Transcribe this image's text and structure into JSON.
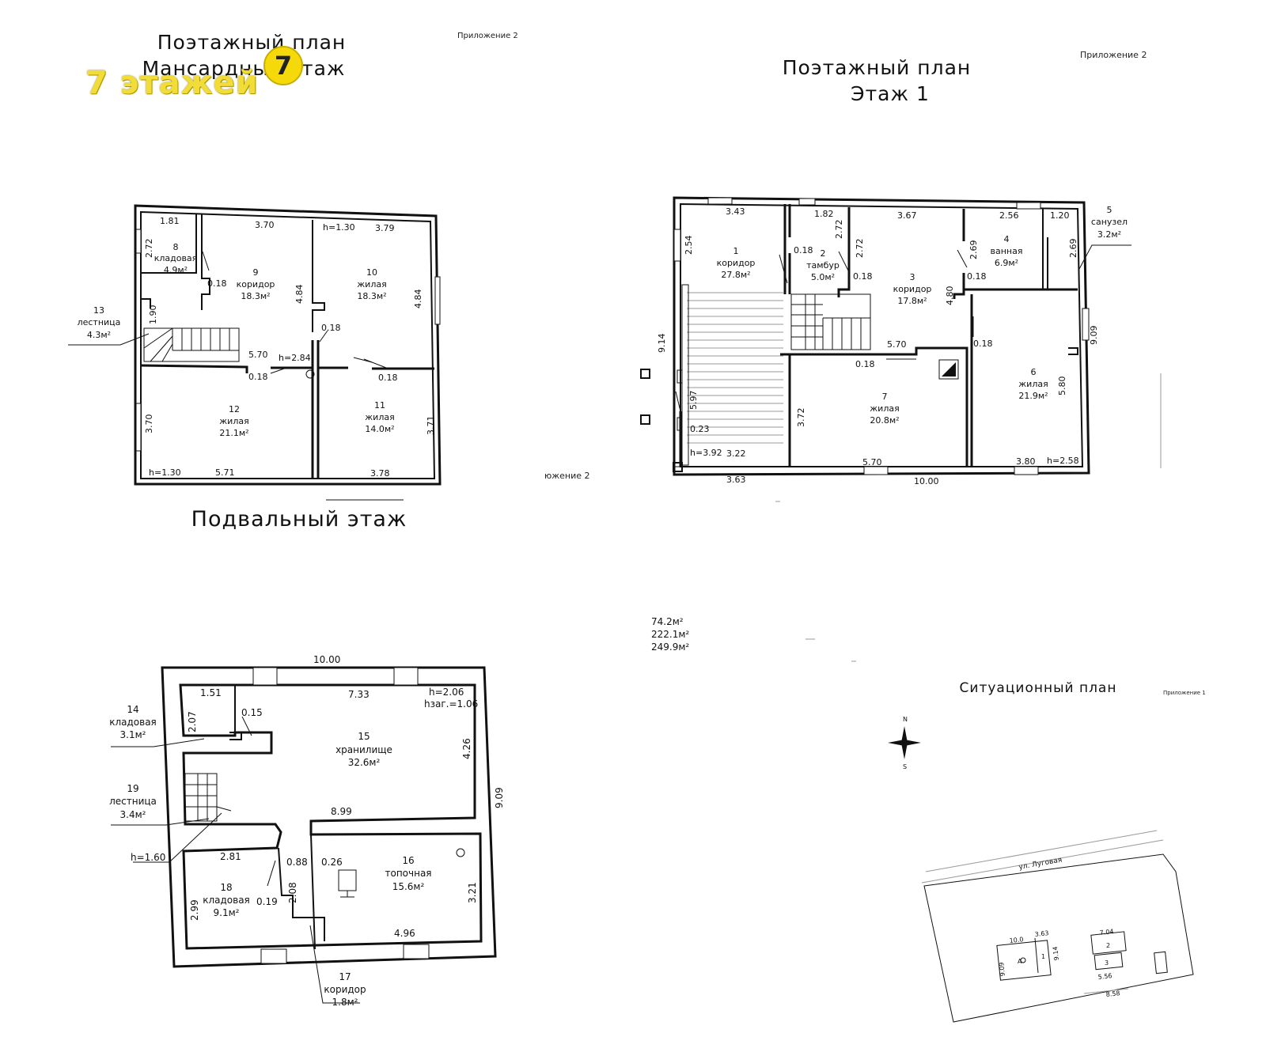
{
  "watermark": {
    "text": "7 этажей",
    "logo_digit": "7",
    "color": "#f2dc38"
  },
  "attic_plan": {
    "title_line1": "Поэтажный план",
    "title_line2": "Мансардный этаж",
    "appendix": "Приложение 2",
    "rooms": [
      {
        "num": "8",
        "name": "кладовая",
        "area": "4.9м²"
      },
      {
        "num": "9",
        "name": "коридор",
        "area": "18.3м²"
      },
      {
        "num": "10",
        "name": "жилая",
        "area": "18.3м²"
      },
      {
        "num": "11",
        "name": "жилая",
        "area": "14.0м²"
      },
      {
        "num": "12",
        "name": "жилая",
        "area": "21.1м²"
      },
      {
        "num": "13",
        "name": "лестница",
        "area": "4.3м²"
      }
    ],
    "dims": {
      "d181": "1.81",
      "d370": "3.70",
      "h130a": "h=1.30",
      "d379": "3.79",
      "d272": "2.72",
      "d018a": "0.18",
      "d484a": "4.84",
      "d484b": "4.84",
      "d190": "1.90",
      "d018b": "0.18",
      "d570": "5.70",
      "h284": "h=2.84",
      "d018c": "0.18",
      "d018d": "0.18",
      "d370b": "3.70",
      "d371": "3.71",
      "h130b": "h=1.30",
      "d571": "5.71",
      "d378": "3.78"
    }
  },
  "basement_plan": {
    "title": "Подвальный этаж",
    "appendix_fragment": "южение 2",
    "rooms": [
      {
        "num": "14",
        "name": "кладовая",
        "area": "3.1м²"
      },
      {
        "num": "15",
        "name": "хранилище",
        "area": "32.6м²"
      },
      {
        "num": "16",
        "name": "топочная",
        "area": "15.6м²"
      },
      {
        "num": "17",
        "name": "коридор",
        "area": "1.8м²"
      },
      {
        "num": "18",
        "name": "кладовая",
        "area": "9.1м²"
      },
      {
        "num": "19",
        "name": "лестница",
        "area": "3.4м²"
      }
    ],
    "dims": {
      "d1000": "10.00",
      "d151": "1.51",
      "d733": "7.33",
      "h206": "h=2.06",
      "hzag": "hзаг.=1.06",
      "d015": "0.15",
      "d207": "2.07",
      "d426": "4.26",
      "d909": "9.09",
      "d899": "8.99",
      "h160": "h=1.60",
      "d281": "2.81",
      "d088": "0.88",
      "d026": "0.26",
      "d019": "0.19",
      "d208": "2.08",
      "d299": "2.99",
      "d321": "3.21",
      "d496": "4.96"
    }
  },
  "floor1_plan": {
    "title_line1": "Поэтажный план",
    "title_line2": "Этаж 1",
    "appendix": "Приложение 2",
    "rooms": [
      {
        "num": "1",
        "name": "коридор",
        "area": "27.8м²"
      },
      {
        "num": "2",
        "name": "тамбур",
        "area": "5.0м²"
      },
      {
        "num": "3",
        "name": "коридор",
        "area": "17.8м²"
      },
      {
        "num": "4",
        "name": "ванная",
        "area": "6.9м²"
      },
      {
        "num": "5",
        "name": "санузел",
        "area": "3.2м²"
      },
      {
        "num": "6",
        "name": "жилая",
        "area": "21.9м²"
      },
      {
        "num": "7",
        "name": "жилая",
        "area": "20.8м²"
      }
    ],
    "dims": {
      "d343": "3.43",
      "d182": "1.82",
      "d367": "3.67",
      "d256": "2.56",
      "d120": "1.20",
      "d254": "2.54",
      "d272a": "2.72",
      "d272b": "2.72",
      "d018a": "0.18",
      "d018b": "0.18",
      "d269a": "2.69",
      "d018c": "0.18",
      "d269b": "2.69",
      "d480": "4.80",
      "d914": "9.14",
      "d909": "9.09",
      "d570": "5.70",
      "d018d": "0.18",
      "d018e": "0.18",
      "d597": "5.97",
      "d372": "3.72",
      "d580": "5.80",
      "d023": "0.23",
      "h392": "h=3.92",
      "d322": "3.22",
      "d570b": "5.70",
      "d380": "3.80",
      "h258": "h=2.58",
      "d363": "3.63",
      "d1000": "10.00"
    }
  },
  "summary": {
    "a1": "74.2м²",
    "a2": "222.1м²",
    "a3": "249.9м²"
  },
  "site_plan": {
    "title": "Ситуационный план",
    "appendix": "Приложение 1",
    "compass_n": "N",
    "compass_s": "S",
    "street": "ул. Луговая",
    "dims": {
      "d100": "10.0",
      "d363": "3.63",
      "d914": "9.14",
      "d909": "9.09",
      "lit": "А",
      "one": "1",
      "d704": "7.04",
      "two": "2",
      "three": "3",
      "d556": "5.56",
      "d858": "8.58"
    }
  }
}
